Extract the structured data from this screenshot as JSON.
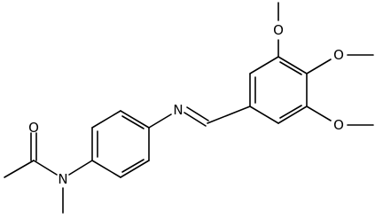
{
  "structure": {
    "atoms": {
      "o_carbonyl": "O",
      "n_amide": "N",
      "n_imine": "N",
      "o_methoxy_top": "O",
      "o_methoxy_middle": "O",
      "o_methoxy_bottom": "O"
    }
  }
}
